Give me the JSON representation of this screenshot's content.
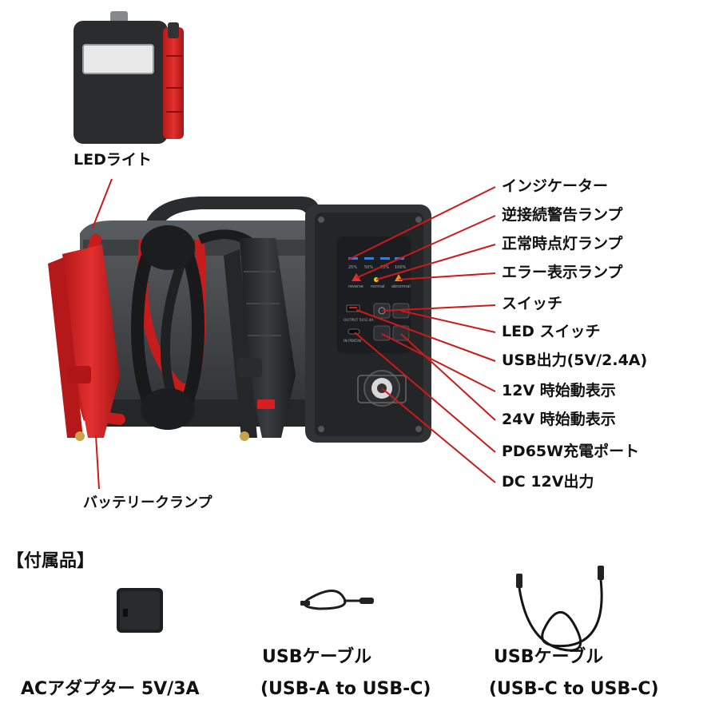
{
  "product_labels": {
    "led_light": "LEDライト",
    "battery_clamp": "バッテリークランプ"
  },
  "callouts": [
    "インジケーター",
    "逆接続警告ランプ",
    "正常時点灯ランプ",
    "エラー表示ランプ",
    "スイッチ",
    "LED スイッチ",
    "USB出力(5V/2.4A)",
    "12V 時始動表示",
    "24V 時始動表示",
    "PD65W充電ポート",
    "DC 12V出力"
  ],
  "panel": {
    "indicator_levels": [
      "25%",
      "50%",
      "75%",
      "100%"
    ],
    "lamp_labels": [
      "reverse",
      "normal",
      "abnormal"
    ],
    "port_labels": [
      "OUTPUT 5V/2.4A",
      "IN PD65W"
    ]
  },
  "accessories": {
    "title": "【付属品】",
    "items": [
      {
        "line1": "",
        "line2": "ACアダプター 5V/3A"
      },
      {
        "line1": "USBケーブル",
        "line2": "(USB-A to USB-C)"
      },
      {
        "line1": "USBケーブル",
        "line2": "(USB-C to USB-C)"
      }
    ]
  },
  "colors": {
    "clamp_red": "#d42020",
    "body_dark": "#2a2c2e",
    "callout_line": "#cc1a1a",
    "panel_bg": "#1b1d20"
  }
}
